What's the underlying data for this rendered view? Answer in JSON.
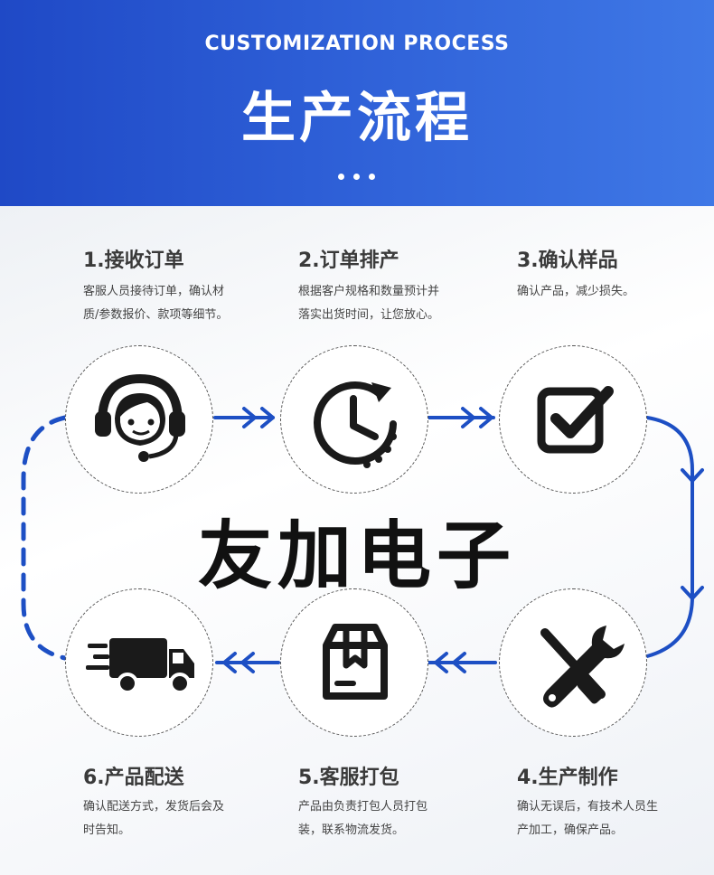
{
  "header": {
    "subtitle_en": "CUSTOMIZATION PROCESS",
    "title_zh": "生产流程"
  },
  "brand": "友加电子",
  "steps": [
    {
      "title": "1.接收订单",
      "desc_line1": "客服人员接待订单，确认材",
      "desc_line2": "质/参数报价、款项等细节。",
      "icon": "headset-icon"
    },
    {
      "title": "2.订单排产",
      "desc_line1": "根据客户规格和数量预计并",
      "desc_line2": "落实出货时间，让您放心。",
      "icon": "clock-icon"
    },
    {
      "title": "3.确认样品",
      "desc_line1": "确认产品，减少损失。",
      "desc_line2": "",
      "icon": "checkbox-icon"
    },
    {
      "title": "4.生产制作",
      "desc_line1": "确认无误后，有技术人员生",
      "desc_line2": "产加工，确保产品。",
      "icon": "tools-icon"
    },
    {
      "title": "5.客服打包",
      "desc_line1": "产品由负责打包人员打包",
      "desc_line2": "装，联系物流发货。",
      "icon": "box-icon"
    },
    {
      "title": "6.产品配送",
      "desc_line1": "确认配送方式，发货后会及",
      "desc_line2": "时告知。",
      "icon": "truck-icon"
    }
  ],
  "colors": {
    "header_blue": "#2a57d0",
    "arrow_blue": "#1d4fc4",
    "icon_dark": "#1a1a1a"
  }
}
